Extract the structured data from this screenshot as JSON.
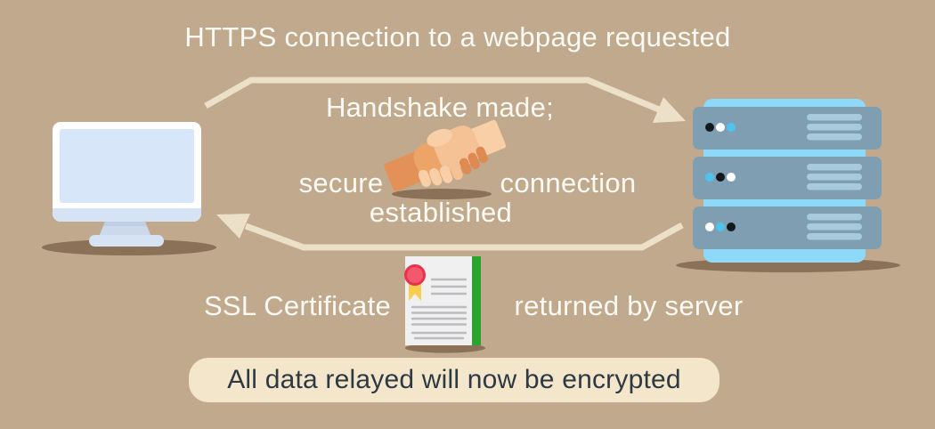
{
  "diagram": {
    "title": "HTTPS connection to a webpage requested",
    "step1_label": "Handshake made;",
    "step1_sub_left": "secure",
    "step1_sub_right": "connection",
    "step1_sub_bottom": "established",
    "step2_label_left": "SSL Certificate",
    "step2_label_right": "returned by server",
    "footer_banner": "All data relayed will now be encrypted"
  },
  "icons": {
    "client": "desktop-monitor-icon",
    "server": "server-stack-icon",
    "handshake": "handshake-icon",
    "certificate": "ssl-certificate-icon",
    "request_arrow": "arrow-right-icon",
    "response_arrow": "arrow-left-icon"
  },
  "colors": {
    "background": "#c0a98c",
    "arrow": "#ece0c8",
    "label_text": "#fcfaf4",
    "banner_background": "#f3e6ca",
    "banner_text": "#2e3944",
    "monitor_bezel": "#fefefe",
    "monitor_screen": "#d7e6f8",
    "server_body": "#7f9eb2",
    "server_backplane": "#8ed9f8",
    "server_stripe": "#a8cadd",
    "server_dot_blue": "#4fc3f0",
    "certificate_page": "#f0f0f1",
    "certificate_spine": "#2aa42f",
    "certificate_seal": "#f3586d",
    "certificate_ribbon": "#f9ce4d",
    "hand_dark": "#e39158",
    "hand_light": "#f8cfa6"
  }
}
